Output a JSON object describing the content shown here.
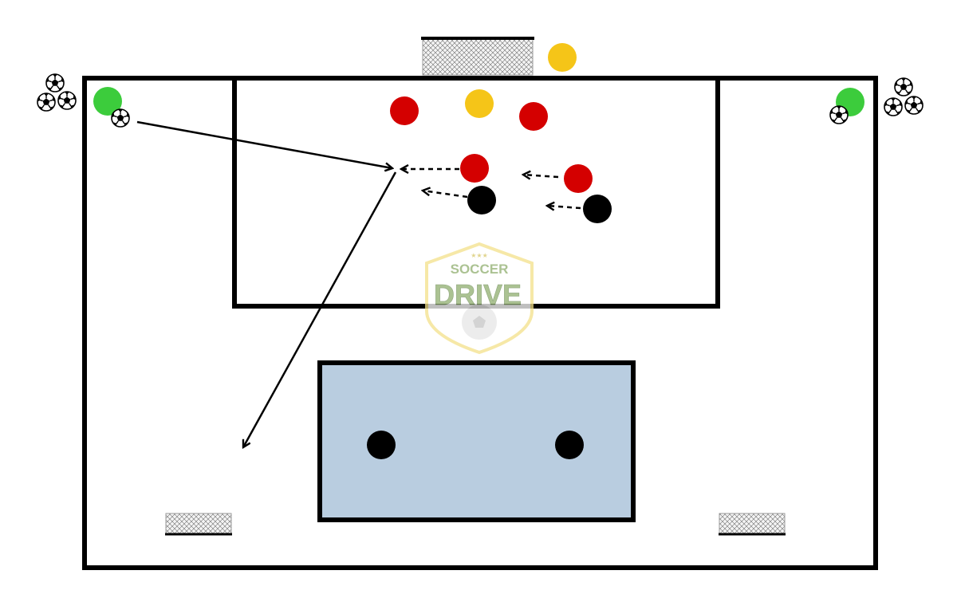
{
  "diagram": {
    "type": "soccer-drill",
    "field_color": "#ffffff",
    "line_color": "#000000",
    "zone_fill": "#b9cde0",
    "colors": {
      "server": "#3ccc3c",
      "attacker": "#d40000",
      "neutral": "#f5c518",
      "defender": "#000000",
      "ball": "#ffffff"
    },
    "logo": {
      "top_text": "SOCCER",
      "main_text": "DRIVE",
      "shield_border": "#f3e18a",
      "text_color": "#8fae6e",
      "opacity": 0.75
    }
  }
}
